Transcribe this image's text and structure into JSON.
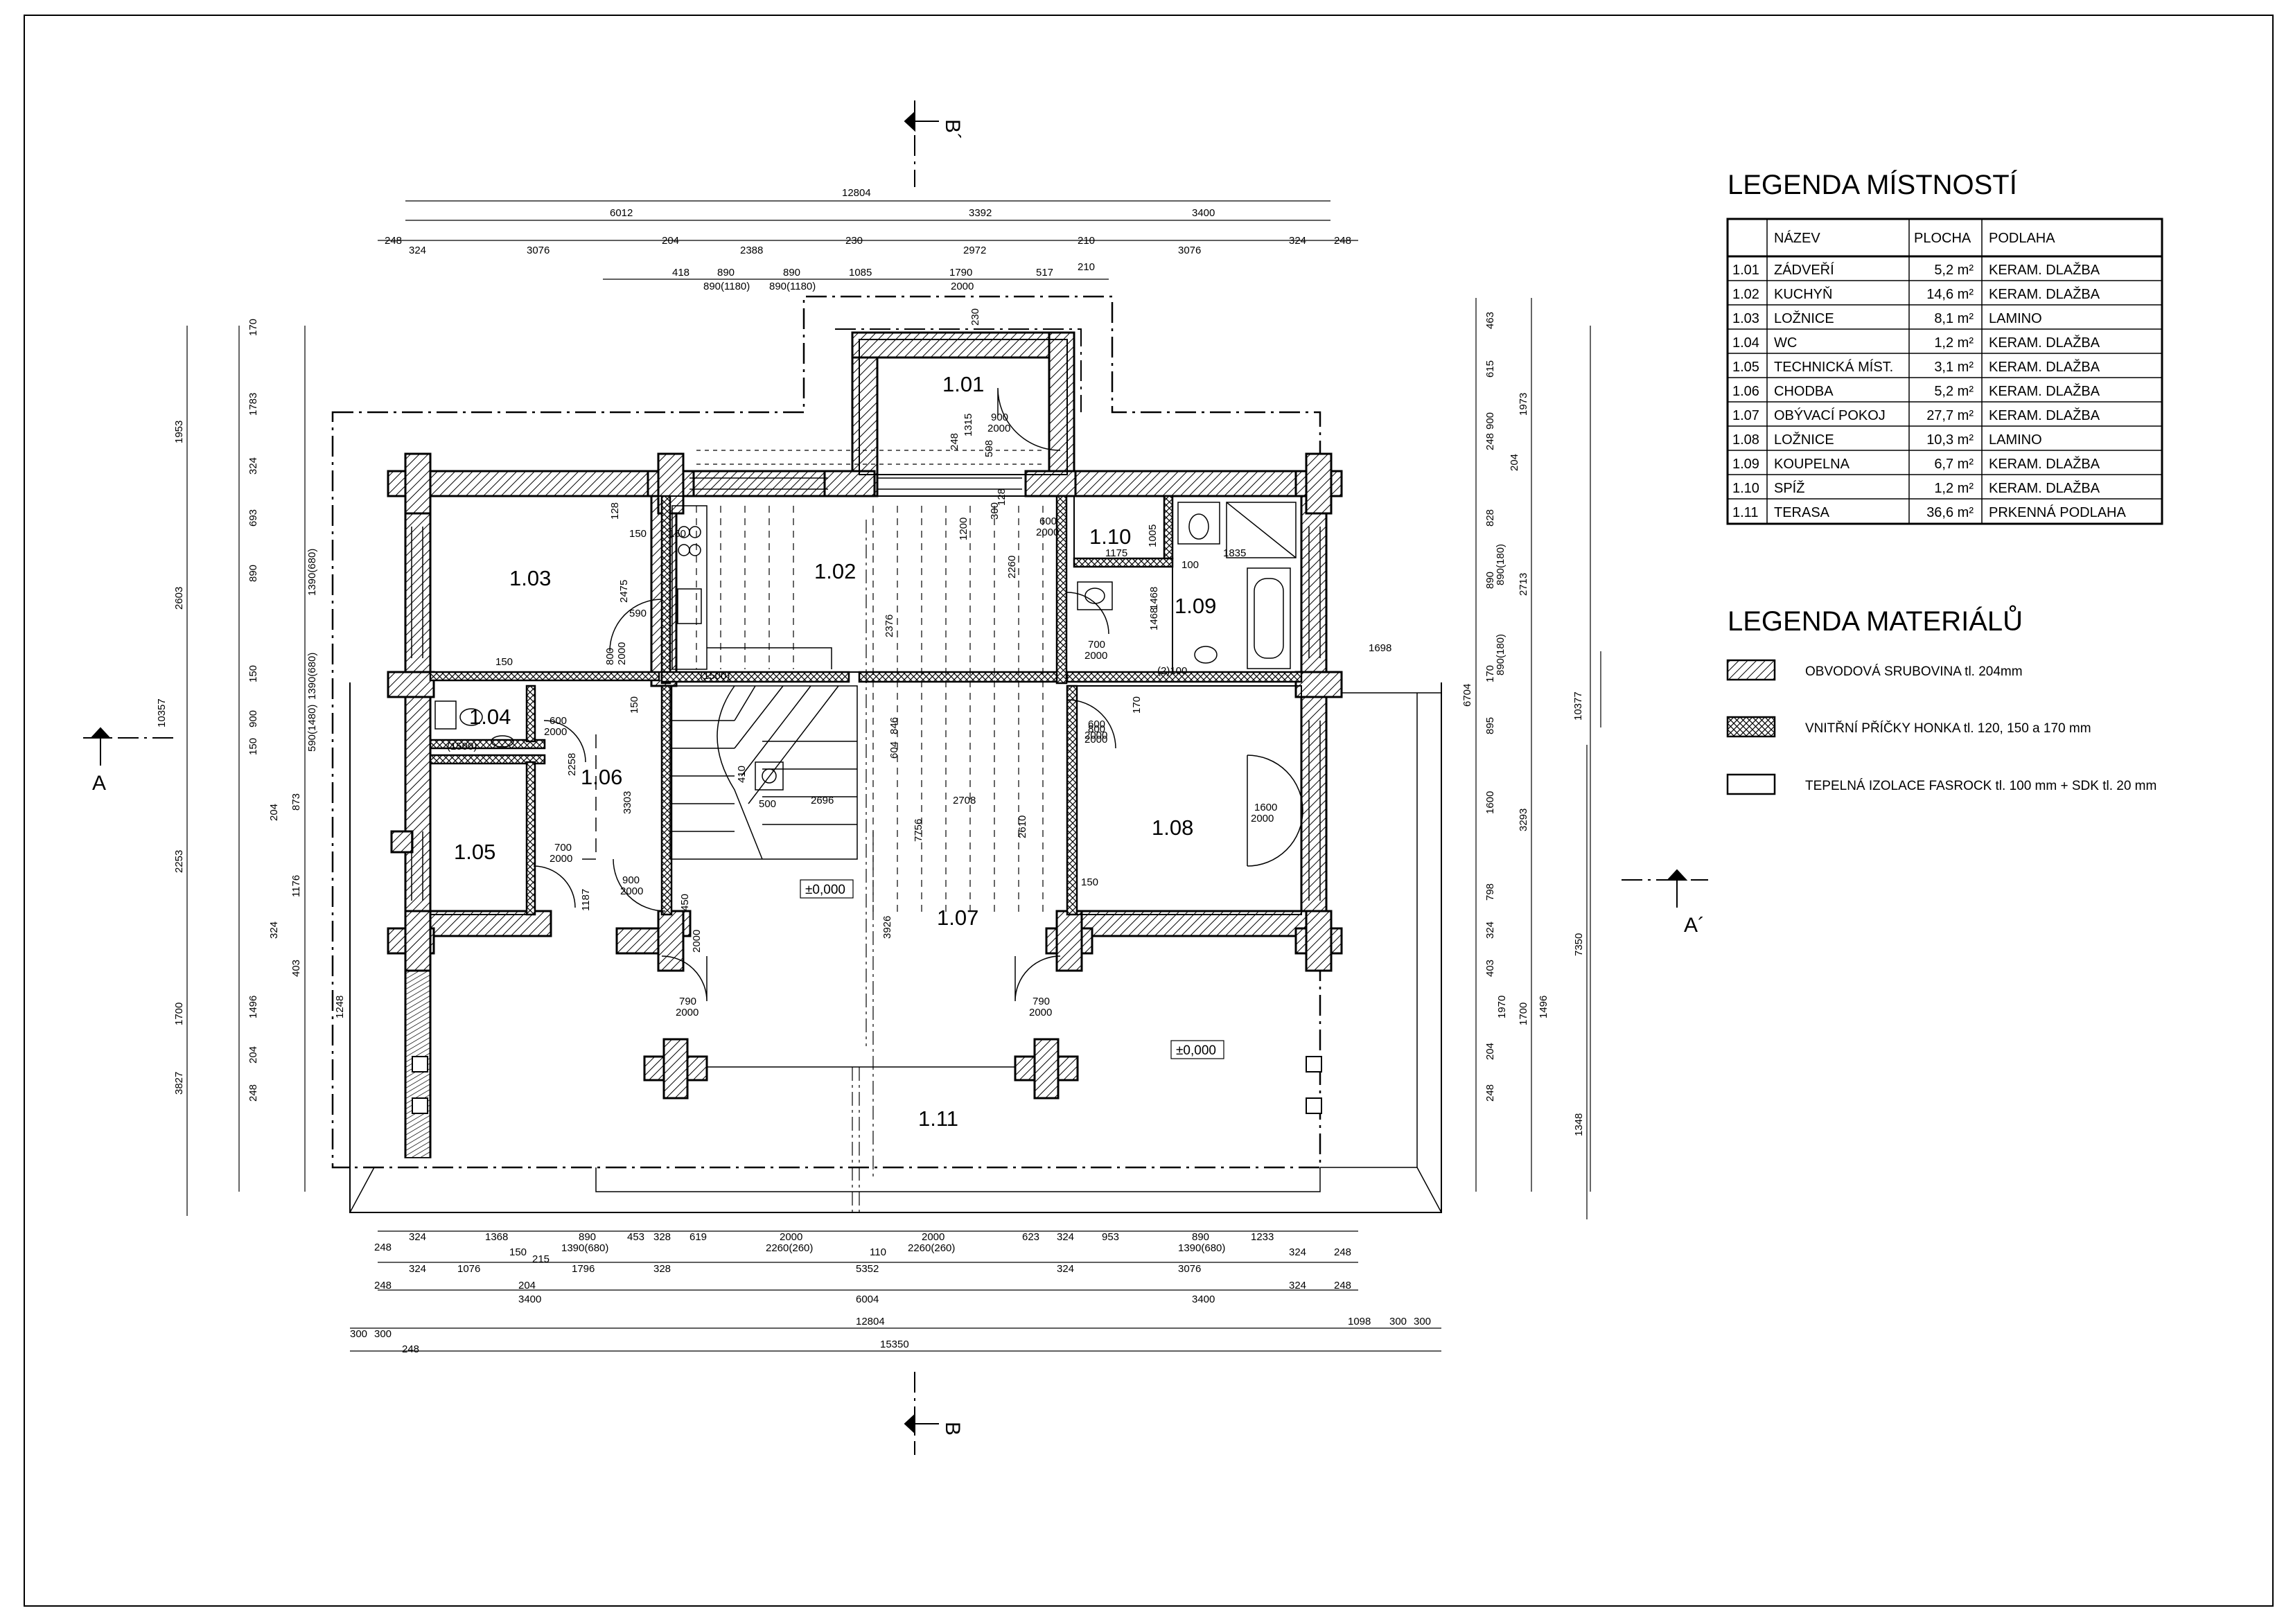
{
  "legend_rooms": {
    "title": "LEGENDA MÍSTNOSTÍ",
    "headers": [
      "NÁZEV",
      "PLOCHA",
      "PODLAHA"
    ],
    "rows": [
      {
        "id": "1.01",
        "name": "ZÁDVEŘÍ",
        "area": "5,2 m²",
        "floor": "KERAM. DLAŽBA"
      },
      {
        "id": "1.02",
        "name": "KUCHYŇ",
        "area": "14,6 m²",
        "floor": "KERAM. DLAŽBA"
      },
      {
        "id": "1.03",
        "name": "LOŽNICE",
        "area": "8,1 m²",
        "floor": "LAMINO"
      },
      {
        "id": "1.04",
        "name": "WC",
        "area": "1,2 m²",
        "floor": "KERAM. DLAŽBA"
      },
      {
        "id": "1.05",
        "name": "TECHNICKÁ MÍST.",
        "area": "3,1 m²",
        "floor": "KERAM. DLAŽBA"
      },
      {
        "id": "1.06",
        "name": "CHODBA",
        "area": "5,2 m²",
        "floor": "KERAM. DLAŽBA"
      },
      {
        "id": "1.07",
        "name": "OBÝVACÍ POKOJ",
        "area": "27,7 m²",
        "floor": "KERAM. DLAŽBA"
      },
      {
        "id": "1.08",
        "name": "LOŽNICE",
        "area": "10,3 m²",
        "floor": "LAMINO"
      },
      {
        "id": "1.09",
        "name": "KOUPELNA",
        "area": "6,7 m²",
        "floor": "KERAM. DLAŽBA"
      },
      {
        "id": "1.10",
        "name": "SPÍŽ",
        "area": "1,2 m²",
        "floor": "KERAM. DLAŽBA"
      },
      {
        "id": "1.11",
        "name": "TERASA",
        "area": "36,6 m²",
        "floor": "PRKENNÁ PODLAHA"
      }
    ]
  },
  "legend_materials": {
    "title": "LEGENDA MATERIÁLŮ",
    "items": [
      {
        "label": "OBVODOVÁ SRUBOVINA tl. 204mm",
        "pattern": "hatch"
      },
      {
        "label": "VNITŘNÍ PŘÍČKY HONKA tl. 120, 150 a 170 mm",
        "pattern": "crosshatch"
      },
      {
        "label": "TEPELNÁ IZOLACE FASROCK tl. 100 mm + SDK tl. 20 mm",
        "pattern": "empty"
      }
    ]
  },
  "sections": {
    "a": "A",
    "a_prime": "A´",
    "b": "B",
    "b_prime": "B´"
  },
  "levels": {
    "inside": "±0,000",
    "terrace": "±0,000"
  },
  "room_labels": {
    "r101": "1.01",
    "r102": "1.02",
    "r103": "1.03",
    "r104": "1.04",
    "r105": "1.05",
    "r106": "1.06",
    "r107": "1.07",
    "r108": "1.08",
    "r109": "1.09",
    "r110": "1.10",
    "r111": "1.11"
  },
  "dims_top": {
    "overall": "12804",
    "row2": [
      "6012",
      "3392",
      "3400"
    ],
    "row3": [
      "248",
      "324",
      "3076",
      "204",
      "2388",
      "230",
      "2972",
      "210",
      "3076",
      "324",
      "248"
    ],
    "row4": [
      "418",
      "890",
      "890",
      "1085",
      "1790",
      "517",
      "210"
    ],
    "row4b": [
      "890(1180)",
      "890(1180)",
      "2000"
    ]
  },
  "dims_bottom": {
    "row1": [
      "248",
      "324",
      "1368",
      "890",
      "453",
      "328",
      "619",
      "2000",
      "2000",
      "623",
      "324",
      "953",
      "890",
      "1233",
      "324",
      "248"
    ],
    "row1b": [
      "1390(680)",
      "2260(260)",
      "2260(260)",
      "1390(680)",
      "150",
      "215",
      "110"
    ],
    "row2": [
      "248",
      "324",
      "1076",
      "204",
      "1796",
      "328",
      "5352",
      "324",
      "3076",
      "324",
      "248"
    ],
    "row3": [
      "3400",
      "6004",
      "3400"
    ],
    "row4": [
      "300",
      "300",
      "12804",
      "1098",
      "300",
      "300",
      "248"
    ],
    "overall": "15350"
  },
  "dims_left": {
    "col1": [
      "1953",
      "2603",
      "2253",
      "1700",
      "3827"
    ],
    "col2": [
      "10357"
    ],
    "col3": [
      "170",
      "1783",
      "324",
      "693",
      "890",
      "150",
      "900",
      "150",
      "204",
      "873",
      "1176",
      "324",
      "403",
      "1496",
      "204",
      "248"
    ],
    "col3b": [
      "1390(680)",
      "1390(680)",
      "590(1480)",
      "1248"
    ]
  },
  "dims_right": {
    "col1": [
      "1973",
      "2713",
      "6704",
      "3293",
      "1700",
      "1348",
      "7350"
    ],
    "col2": [
      "10377"
    ],
    "col3": [
      "463",
      "615",
      "900",
      "248",
      "204",
      "828",
      "890",
      "170",
      "895",
      "1600",
      "798",
      "324",
      "403",
      "1970",
      "1496",
      "204",
      "248"
    ],
    "col3b": [
      "890(180)",
      "890(180)",
      "1698"
    ]
  },
  "dims_interior": [
    "2475",
    "150",
    "590",
    "128",
    "150",
    "800",
    "2000",
    "150",
    "600",
    "2000",
    "150",
    "(1500)",
    "(1500)",
    "3303",
    "2258",
    "700",
    "2000",
    "900",
    "2000",
    "1187",
    "600",
    "2000",
    "450",
    "2000",
    "410",
    "500",
    "2696",
    "2708",
    "846",
    "604",
    "1468",
    "700",
    "2000",
    "800",
    "2000",
    "2376",
    "2260",
    "7756",
    "3926",
    "2610",
    "1600",
    "2000",
    "150",
    "790",
    "2000",
    "790",
    "2000",
    "1835",
    "1175",
    "1005",
    "600",
    "2000",
    "900",
    "2000",
    "248",
    "598",
    "1315",
    "230",
    "300",
    "128",
    "1200",
    "100",
    "(2)100",
    "170",
    "1468"
  ]
}
